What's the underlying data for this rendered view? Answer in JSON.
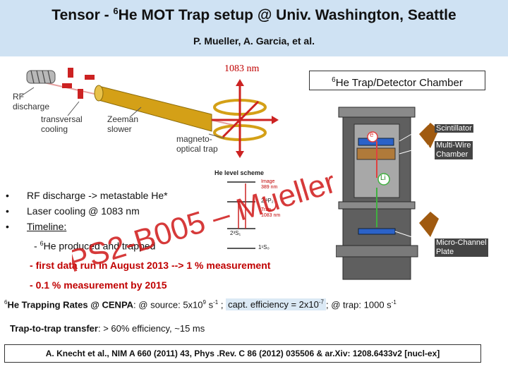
{
  "header": {
    "title_pre": "Tensor  -  ",
    "title_sup": "6",
    "title_post": "He MOT Trap setup @ Univ. Washington, Seattle",
    "authors": "P. Mueller, A. Garcia, et al."
  },
  "apparatus": {
    "wavelength": "1083 nm",
    "labels": {
      "rf": "RF",
      "discharge": "discharge",
      "transversal": "transversal",
      "cooling": "cooling",
      "zeeman": "Zeeman",
      "slower": "slower",
      "magneto": "magneto-",
      "optical_trap": "optical trap"
    }
  },
  "levels": {
    "title": "He level scheme",
    "triplet": "2 ³P₂",
    "trap": "Trap",
    "trap_nm": "1083 nm",
    "image": "Image",
    "image_nm": "389 nm",
    "metastable": "2³S₁",
    "ground": "1¹S₀"
  },
  "chamber": {
    "title_sup": "6",
    "title_post": "He Trap/Detector Chamber",
    "scintillator": "Scintillator",
    "mwc1": "Multi-Wire",
    "mwc2": "Chamber",
    "mcp1": "Micro-Channel",
    "mcp2": "Plate",
    "electron": "e",
    "lithium": "Li"
  },
  "bullets": [
    "RF discharge -> metastable He*",
    "Laser cooling @ 1083 nm",
    "Timeline:"
  ],
  "timeline": {
    "item1_sup": "6",
    "item1_post": "He produced and trapped",
    "item2": "first data run in  August 2013  -->  1 %  measurement",
    "item3": "0.1 %  measurement by 2015",
    "dash": "-"
  },
  "rates": {
    "sup6": "6",
    "label": "He Trapping Rates @ CENPA",
    "source": ":  @ source: 5x10",
    "source_exp": "9",
    "source_unit": " s",
    "neg1": "-1",
    "sep": " ;",
    "capt": "capt. efficiency = 2x10",
    "capt_exp": "-7",
    "trap": "; @ trap: 1000 s"
  },
  "transfer": {
    "label": "Trap-to-trap transfer",
    "value": ":  > 60% efficiency, ~15 ms"
  },
  "reference": "A. Knecht et al.,  NIM  A 660 (2011) 43,  Phys .Rev. C 86 (2012) 035506  &  ar.Xiv: 1208.6433v2 [nucl-ex]",
  "watermark": "PS2-B005 – Mueller",
  "colors": {
    "header_bg": "#cfe2f3",
    "accent_red": "#c00000",
    "watermark": "#d01818",
    "magnet_gold": "#d4a017"
  }
}
